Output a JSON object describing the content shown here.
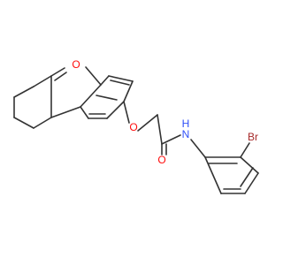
{
  "molecule": {
    "atoms": {
      "oxygen_ring": {
        "text": "O",
        "color": "#ff0d0d"
      },
      "oxygen_ether": {
        "text": "O",
        "color": "#ff0d0d"
      },
      "oxygen_carbonyl": {
        "text": "O",
        "color": "#ff0d0d"
      },
      "nitrogen": {
        "text": "N",
        "color": "#3050f8"
      },
      "hydrogen_on_n": {
        "text": "H",
        "color": "#3050f8"
      },
      "bromine": {
        "text": "Br",
        "color": "#a62929"
      }
    },
    "bond_color": "#333333"
  }
}
